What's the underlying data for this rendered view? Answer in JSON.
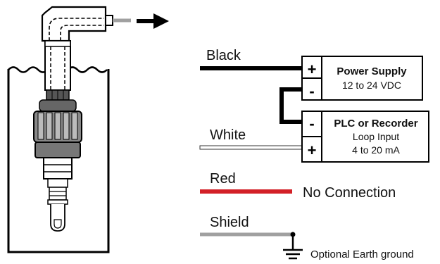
{
  "wires": {
    "black": {
      "label": "Black",
      "color": "#000000"
    },
    "white": {
      "label": "White",
      "color": "#ffffff"
    },
    "red": {
      "label": "Red",
      "color": "#d32027"
    },
    "shield": {
      "label": "Shield",
      "color": "#a0a0a0"
    }
  },
  "power_supply": {
    "title": "Power Supply",
    "line1": "12 to 24 VDC",
    "plus": "+",
    "minus": "-"
  },
  "plc": {
    "title": "PLC or Recorder",
    "line1": "Loop Input",
    "line2": "4 to 20 mA",
    "plus": "+",
    "minus": "-"
  },
  "red_note": "No Connection",
  "ground_note": "Optional Earth ground"
}
